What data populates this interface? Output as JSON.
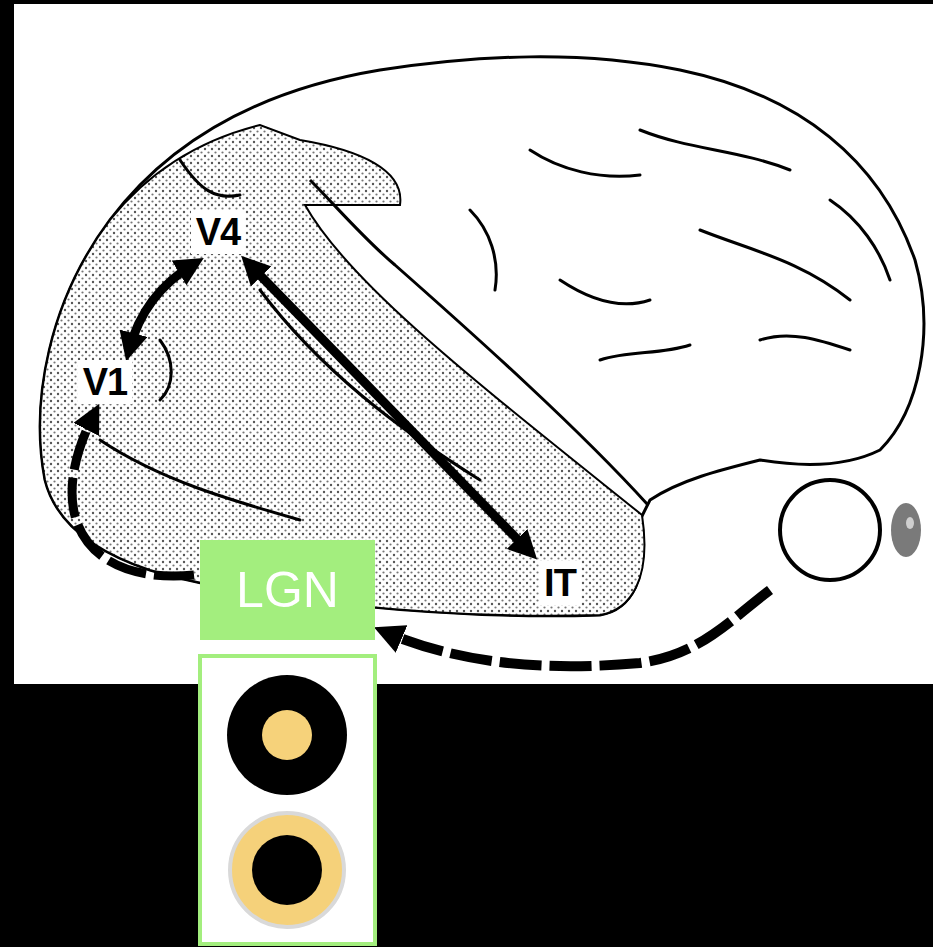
{
  "diagram": {
    "nodes": [
      {
        "text": [
          "V4"
        ]
      },
      {
        "text": [
          "V1"
        ]
      },
      {
        "text": [
          "IT"
        ]
      },
      {
        "text": [
          "LGN"
        ]
      }
    ],
    "edges": [
      {
        "from": 1,
        "to": 0,
        "arrow": "both"
      },
      {
        "from": 0,
        "to": 2,
        "arrow": "both"
      },
      {
        "from": 3,
        "to": 1,
        "arrow": "to"
      }
    ]
  }
}
